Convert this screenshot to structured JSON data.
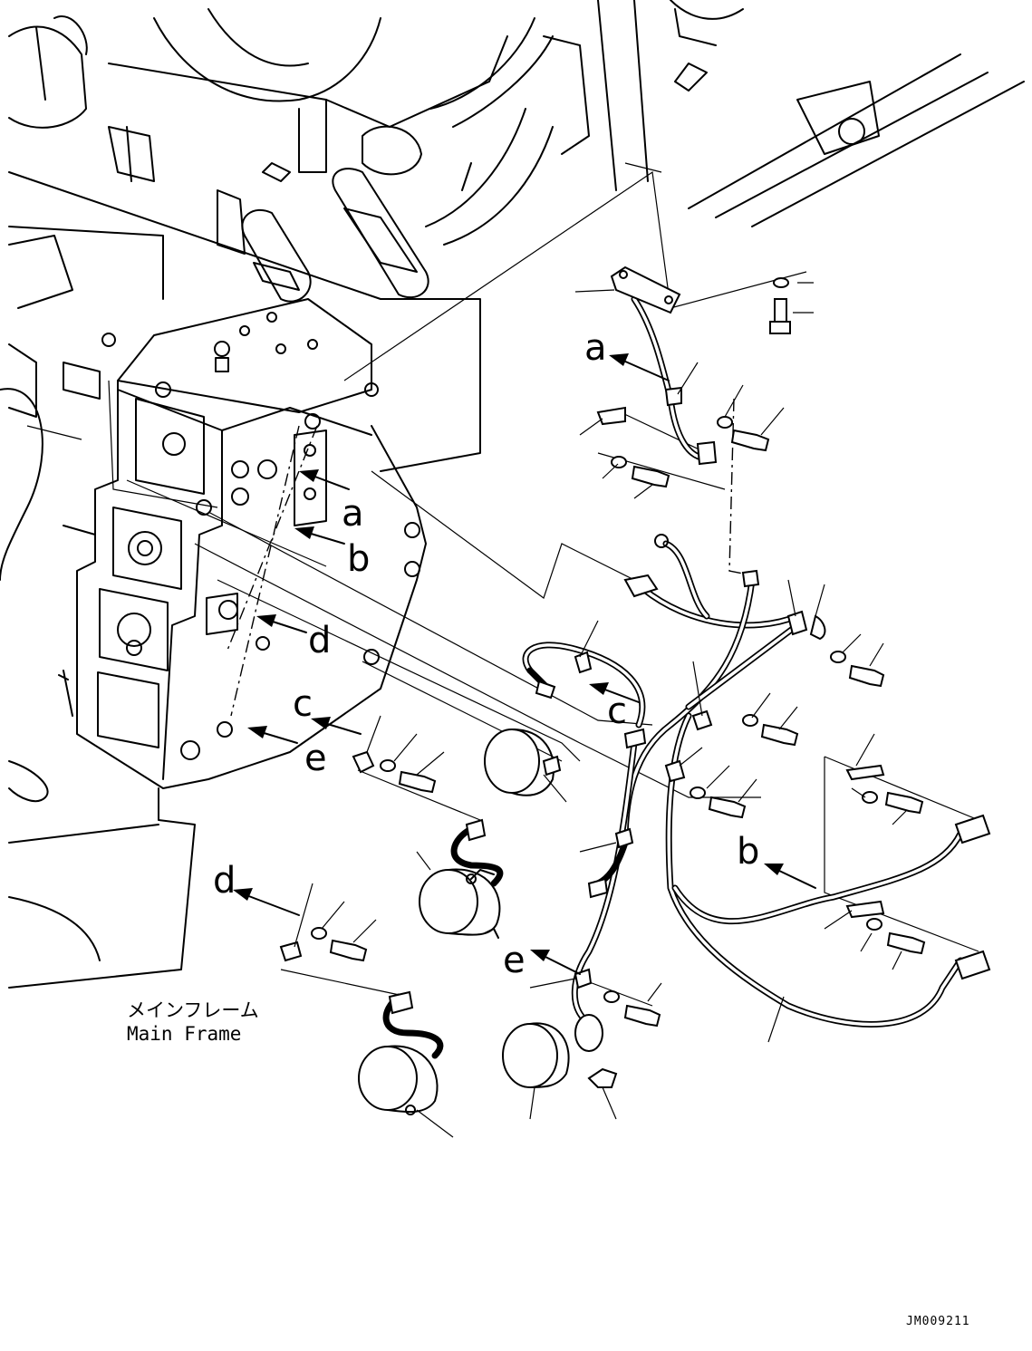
{
  "drawing": {
    "callout_labels": [
      {
        "id": "a1",
        "text": "a"
      },
      {
        "id": "b1",
        "text": "b"
      },
      {
        "id": "d1",
        "text": "d"
      },
      {
        "id": "c1",
        "text": "c"
      },
      {
        "id": "e1",
        "text": "e"
      },
      {
        "id": "a2",
        "text": "a"
      },
      {
        "id": "c2",
        "text": "c"
      },
      {
        "id": "b2",
        "text": "b"
      },
      {
        "id": "d2",
        "text": "d"
      },
      {
        "id": "e2",
        "text": "e"
      }
    ],
    "frame_label_jp": "メインフレーム",
    "frame_label_en": "Main Frame",
    "drawing_code": "JM009211"
  }
}
